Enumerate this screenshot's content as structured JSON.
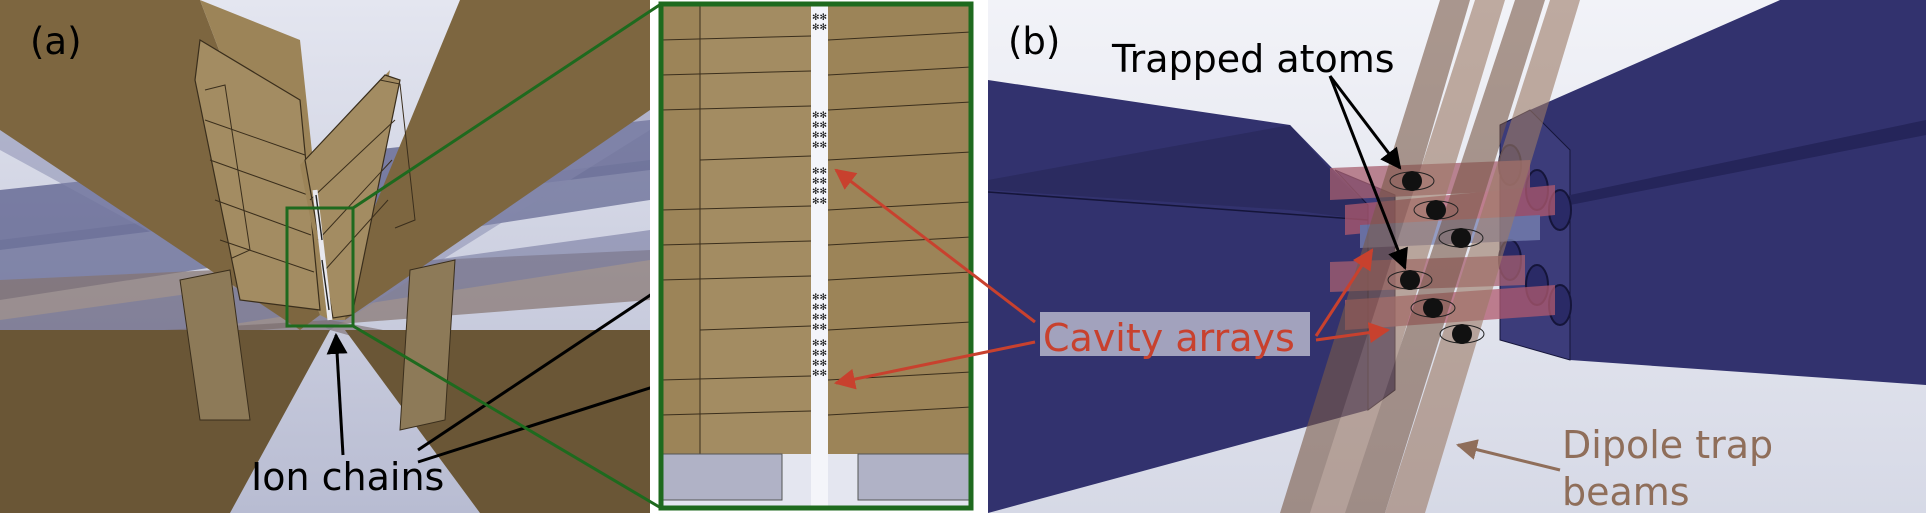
{
  "panels": {
    "a": {
      "label": "(a)",
      "callout": "Ion chains"
    },
    "b": {
      "label": "(b)",
      "callout_atoms": "Trapped atoms",
      "callout_cavities": "Cavity arrays",
      "callout_beams_line1": "Dipole trap",
      "callout_beams_line2": "beams"
    }
  },
  "colors": {
    "electrode": "#9c8458",
    "electrode_dark": "#7d6640",
    "electrode_light": "#a38c62",
    "beam_blue": "#5a5e8c",
    "beam_brown": "#6e5648",
    "block_navy": "#32326e",
    "zoom_frame": "#1e6a1e",
    "red_arrow": "#c8412e",
    "beam_label": "#8f6e5a",
    "black_arrow": "#000000"
  }
}
